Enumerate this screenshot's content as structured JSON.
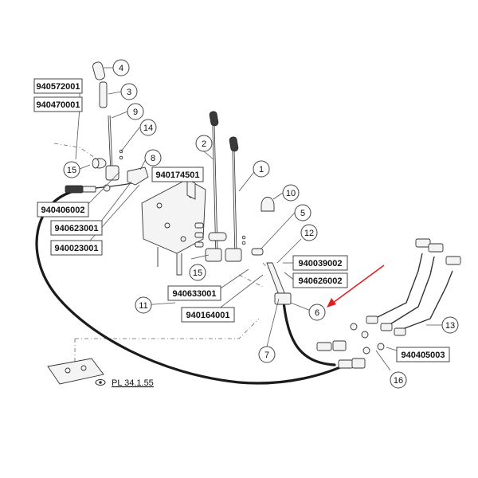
{
  "colors": {
    "arrow": "#e02020",
    "cable": "#1b1b1b",
    "line": "#444444"
  },
  "part_numbers": [
    "940572001",
    "940470001",
    "940174501",
    "940406002",
    "940623001",
    "940023001",
    "940633001",
    "940164001",
    "940039002",
    "940626002",
    "940405003"
  ],
  "callouts": [
    "4",
    "3",
    "9",
    "14",
    "8",
    "15",
    "2",
    "1",
    "10",
    "5",
    "12",
    "15",
    "11",
    "6",
    "7",
    "13",
    "16"
  ],
  "reference": {
    "icon": "eye-icon",
    "label": "PL 34.1.55"
  }
}
